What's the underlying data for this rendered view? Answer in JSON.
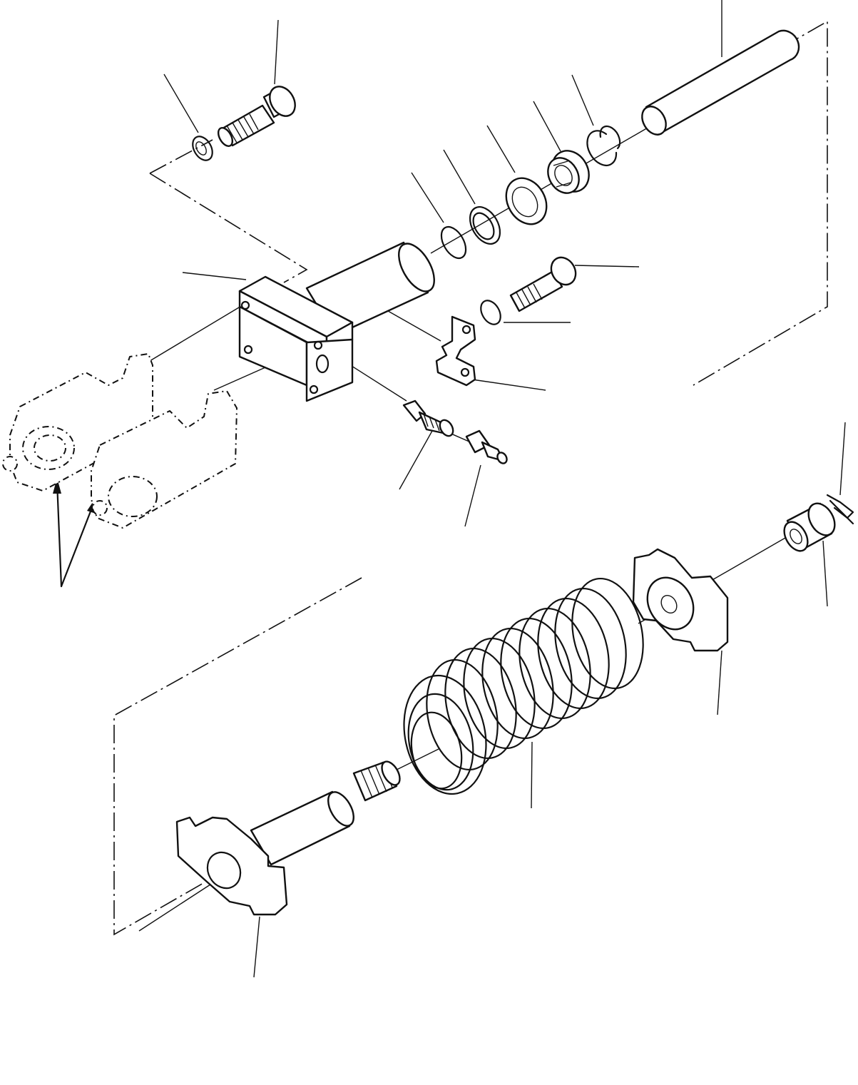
{
  "diagram": {
    "type": "exploded parts view",
    "parts": [
      "snap-ring-upper",
      "bolt-upper",
      "yoke-block",
      "cylinder-rod",
      "o-ring",
      "backup-ring",
      "seal",
      "bushing",
      "snap-ring-right",
      "cylinder-tube",
      "bolt-right",
      "washer-right",
      "lock-plate",
      "grease-valve",
      "grease-fitting",
      "idler-yokes",
      "nut",
      "cotter-pin",
      "spring-retainer",
      "recoil-spring",
      "spring-rod"
    ]
  }
}
